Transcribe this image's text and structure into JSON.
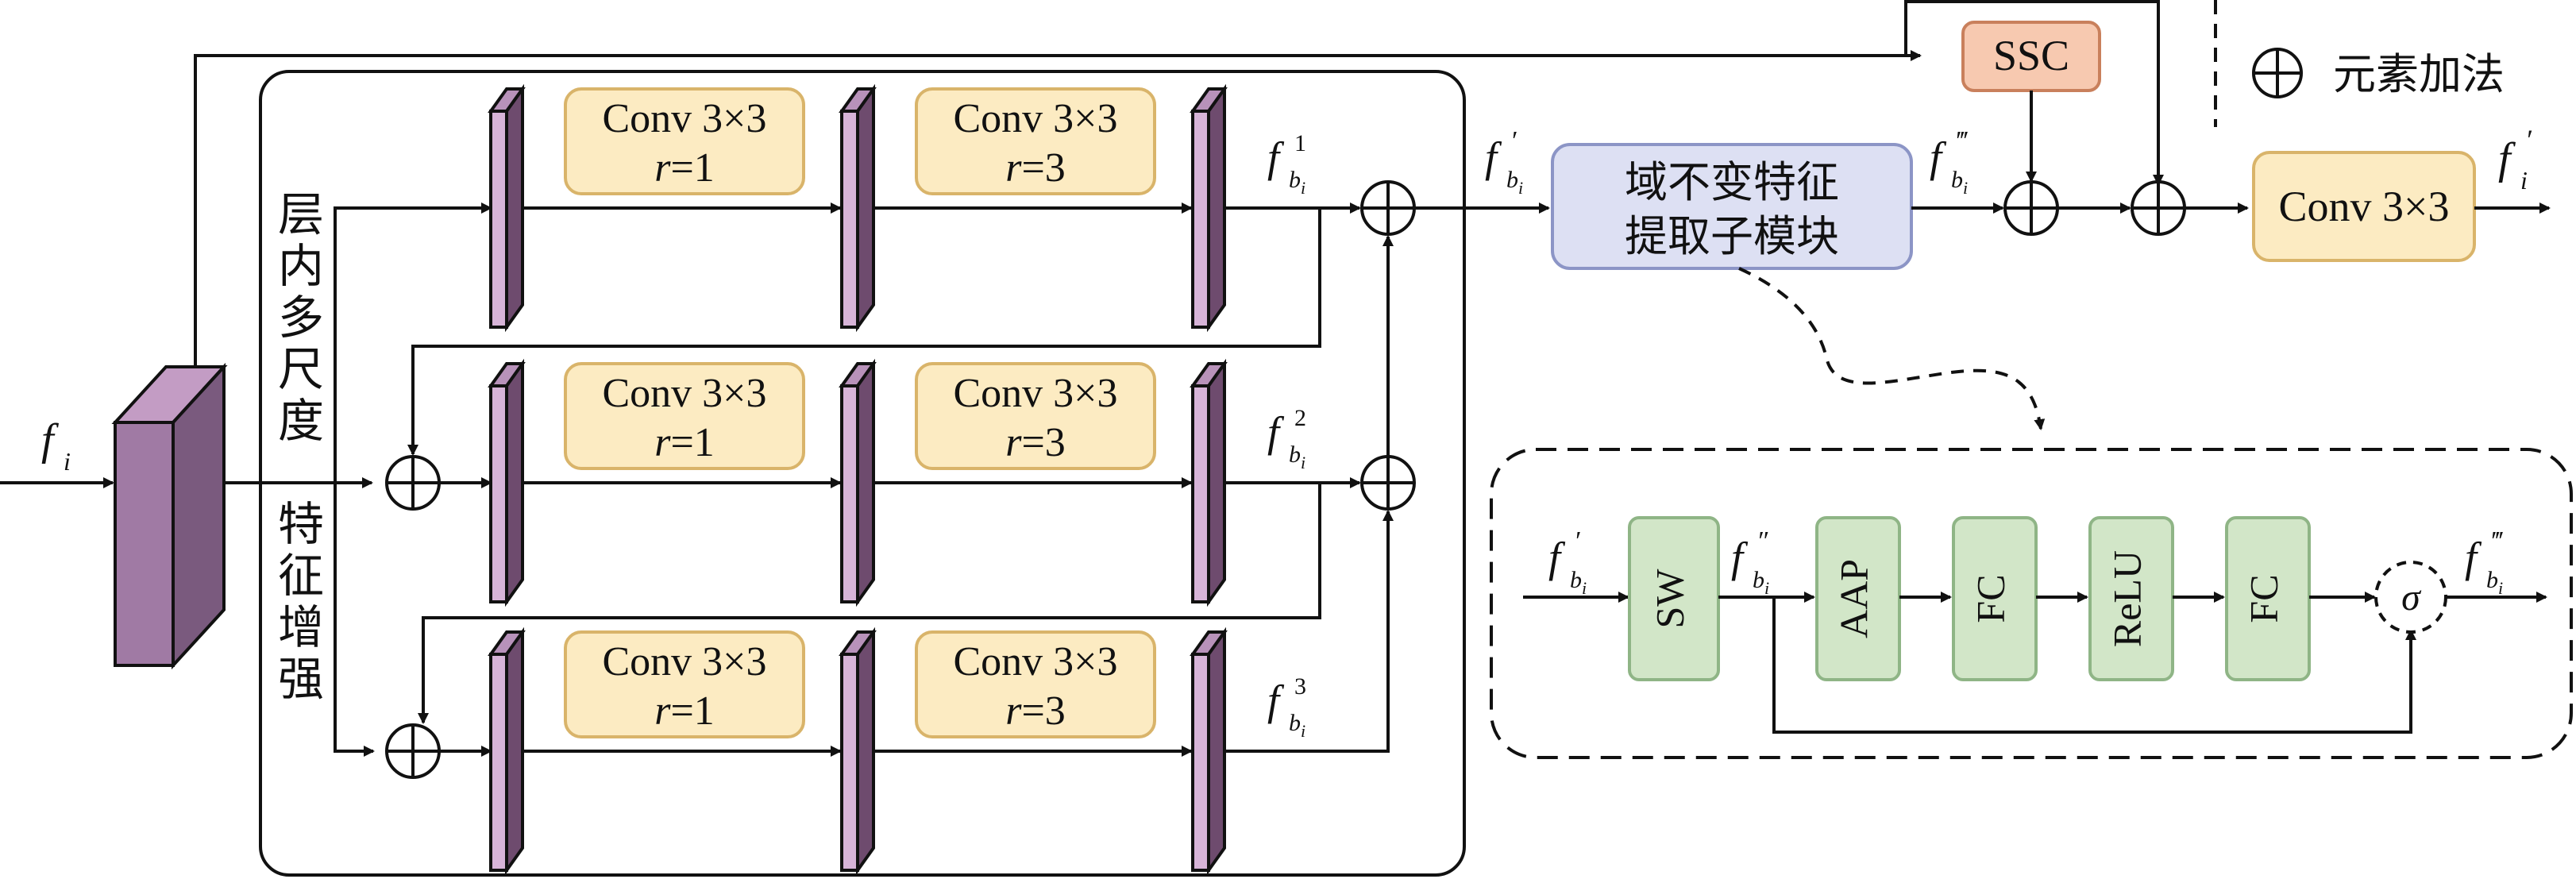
{
  "input_label": "f",
  "input_sub": "i",
  "scale_block_title_top": [
    "层",
    "内",
    "多",
    "尺",
    "度"
  ],
  "scale_block_title_bottom": [
    "特",
    "征",
    "增",
    "强"
  ],
  "conv_a": {
    "line1": "Conv 3×3",
    "r_label": "r",
    "r_eq": "=1"
  },
  "conv_b": {
    "line1": "Conv 3×3",
    "r_label": "r",
    "r_eq": "=3"
  },
  "branch_outputs": [
    {
      "base": "f",
      "sub": "b",
      "subsub": "i",
      "sup": "1"
    },
    {
      "base": "f",
      "sub": "b",
      "subsub": "i",
      "sup": "2"
    },
    {
      "base": "f",
      "sub": "b",
      "subsub": "i",
      "sup": "3"
    }
  ],
  "fprime": {
    "base": "f",
    "sub": "b",
    "subsub": "i",
    "sup": "′"
  },
  "ssc_label": "SSC",
  "domain_module": {
    "line1": "域不变特征",
    "line2": "提取子模块"
  },
  "ftriple": {
    "base": "f",
    "sub": "b",
    "subsub": "i",
    "sup": "‴"
  },
  "final_conv": "Conv 3×3",
  "output_label": {
    "base": "f",
    "sub": "i",
    "sup": "′"
  },
  "legend": {
    "label": "元素加法"
  },
  "sub_diagram": {
    "input": {
      "base": "f",
      "sub": "b",
      "subsub": "i",
      "sup": "′"
    },
    "sw": "SW",
    "mid": {
      "base": "f",
      "sub": "b",
      "subsub": "i",
      "sup": "″"
    },
    "aap": "AAP",
    "fc1": "FC",
    "relu": "ReLU",
    "fc2": "FC",
    "sigma": "σ",
    "output": {
      "base": "f",
      "sub": "b",
      "subsub": "i",
      "sup": "‴"
    }
  },
  "colors": {
    "conv_fill": "#FCEBC2",
    "conv_stroke": "#D9B46A",
    "feature_front": "#D7B4D8",
    "feature_side": "#6E4B6E",
    "input_front": "#A07AA4",
    "input_side": "#7A5A7E",
    "ssc_fill": "#F7C9B0",
    "ssc_stroke": "#C9805C",
    "module_fill": "#DDE0F3",
    "module_stroke": "#8C95C6",
    "green_fill": "#D2E6C8",
    "green_stroke": "#8FB586"
  }
}
